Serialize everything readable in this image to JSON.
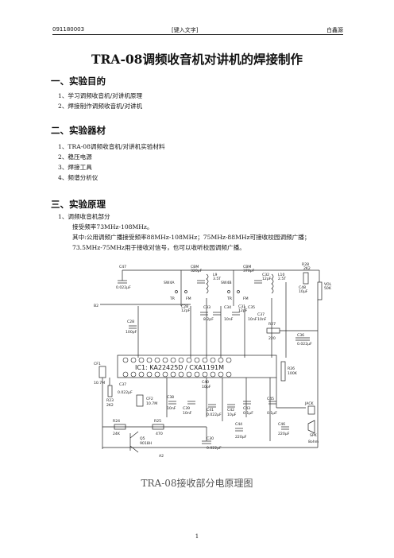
{
  "header": {
    "left": "091180003",
    "center": "[键入文字]",
    "right": "白鑫源"
  },
  "title": "TRA-08调频收音机对讲机的焊接制作",
  "sections": [
    {
      "heading": "一、实验目的",
      "items": [
        "1、学习调频收音机/对讲机原理",
        "2、焊接制作调频收音机/对讲机"
      ]
    },
    {
      "heading": "二、实验器材",
      "items": [
        "1、TRA-08调频收音机/对讲机实验材料",
        "2、稳压电源",
        "3、焊接工具",
        "4、频谱分析仪"
      ]
    },
    {
      "heading": "三、实验原理",
      "items": [
        "1、调频收音机部分",
        "接受频率73MHz-108MHz。",
        "其中:公用调频广播接受频率88MHz-108MHz；75MHz-88MHz可接收校园调频广播；",
        "73.5MHz-75MHz用于接收对信号，也可以收听校园调频广播。"
      ]
    }
  ],
  "figure": {
    "caption": "TRA-08接收部分电原理图",
    "ic_label": "IC1: KA22425D / CXA1191M",
    "labels": {
      "c47": "C47",
      "c47v": "0.022μF",
      "cbm": "CBM",
      "cbmv": "320pF",
      "l9": "L9",
      "l9v": "3.5T",
      "cbm2": "CBM",
      "cbm2v": "370pF",
      "c32": "C32",
      "c32v": "12pF",
      "l10": "L10",
      "l10v": "2.5T",
      "r28": "R28",
      "r28v": "2K2",
      "vol": "VOL",
      "volv": "50K",
      "c48": "C48",
      "c48v": "10μF",
      "sw4a": "SW4A",
      "sw4b": "SW4B",
      "tr": "TR",
      "fm": "FM",
      "c28": "C28",
      "c28v": "12pF",
      "c31": "C31",
      "c31v": "12pF",
      "b2": "B2",
      "c28b": "C28",
      "c28bv": "100pF",
      "c33": "C33",
      "c33v": "8.2pF",
      "c34": "C34",
      "c34v": "10nF",
      "c35": "C35",
      "c35v": "10nF",
      "c37b": "C37",
      "c37bv": "10nF",
      "r27": "R27",
      "r27v": "220",
      "c36": "C36",
      "c36v": "0.022μF",
      "cf1": "CF1",
      "cf1v": "10.7M",
      "r26": "R26",
      "r26v": "100K",
      "r23": "R23",
      "r23v": "2K2",
      "c37": "C37",
      "c37v": "0.022μF",
      "cf2": "CF2",
      "cf2v": "10.7M",
      "c38": "C38",
      "c38v": "10nF",
      "c39": "C39",
      "c39v": "10nF",
      "c40": "C40",
      "c40v": "10pF",
      "c41": "C41",
      "c41v": "0.022μF",
      "c42": "C42",
      "c42v": "10μF",
      "c43": "C43",
      "c43v": "0.1μF",
      "c45": "C45",
      "c45v": "0.1μF",
      "c46": "C46",
      "c46v": "220μF",
      "jack": "JACK",
      "spk": "SPK",
      "spkv": "8ohm",
      "r24": "R24",
      "r24v": "24K",
      "r25": "R25",
      "r25v": "470",
      "q5": "Q5",
      "q5v": "9018H",
      "c30": "C30",
      "c30v": "0.022μF",
      "c44": "C44",
      "c44v": "220μF",
      "a2": "A2"
    }
  },
  "page_number": "1"
}
